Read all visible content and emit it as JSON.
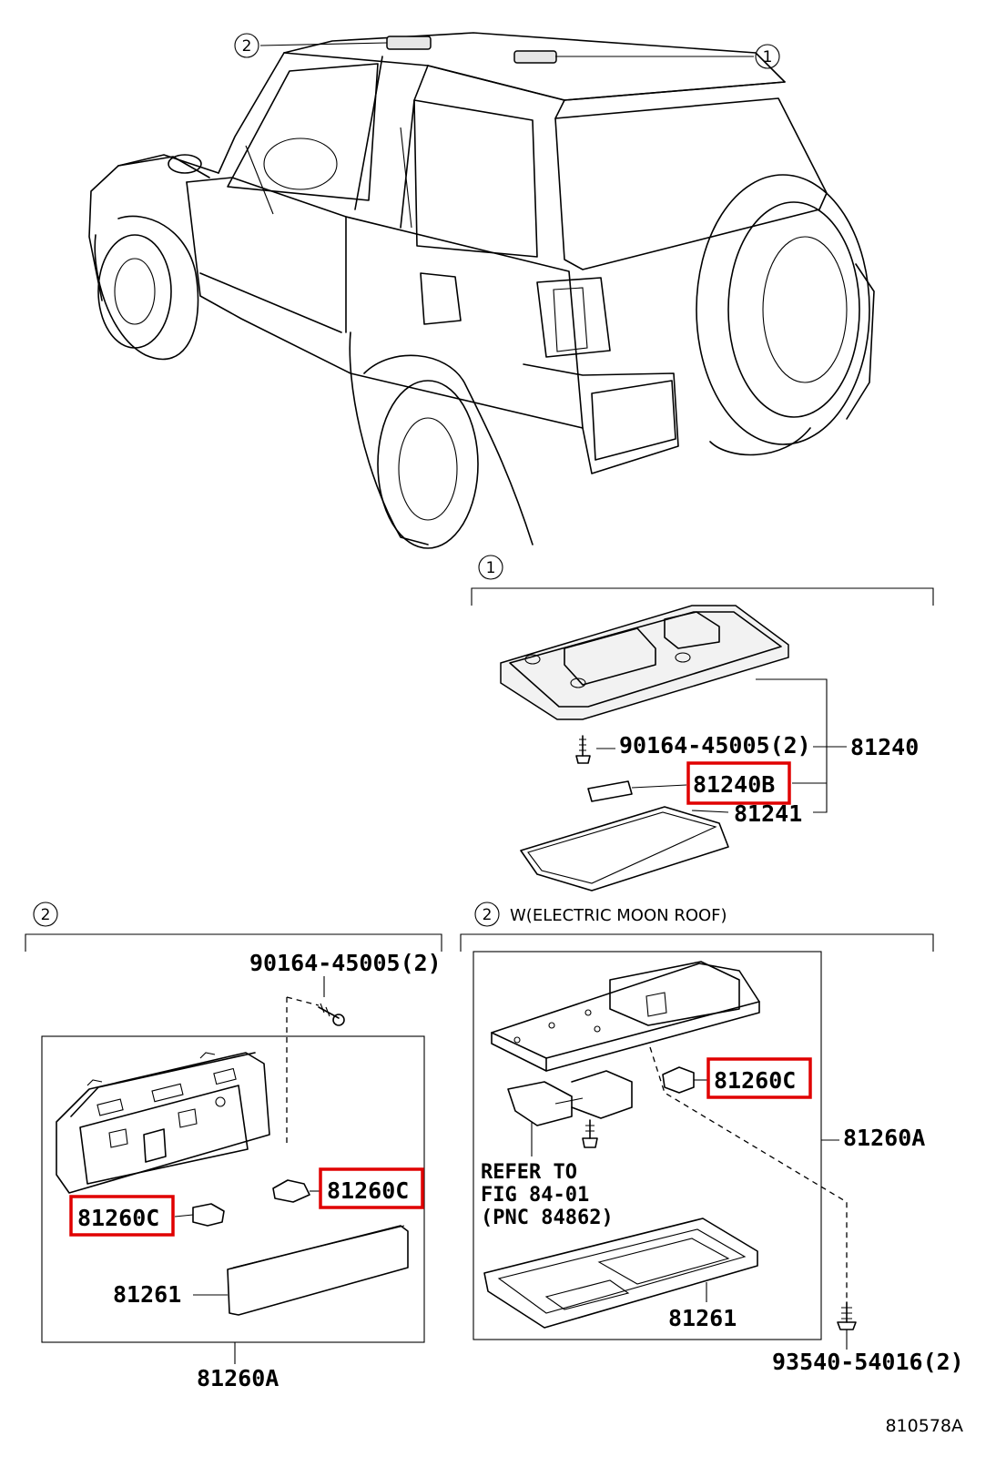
{
  "callouts": {
    "one": "1",
    "two": "2"
  },
  "section_1": {
    "part_numbers": {
      "screw": "90164-45005(2)",
      "assembly": "81240",
      "bulb": "81240B",
      "lens": "81241"
    }
  },
  "section_2_left": {
    "part_numbers": {
      "screw": "90164-45005(2)",
      "bulb_right": "81260C",
      "bulb_left": "81260C",
      "lens": "81261",
      "assembly": "81260A"
    }
  },
  "section_2_right": {
    "condition": "W(ELECTRIC MOON ROOF)",
    "part_numbers": {
      "bulb": "81260C",
      "assembly": "81260A",
      "lens": "81261",
      "screw": "93540-54016(2)"
    },
    "refer_lines": [
      "REFER TO",
      "FIG 84-01",
      "(PNC 84862)"
    ]
  },
  "figure_id": "810578A",
  "colors": {
    "highlight": "#e00000",
    "line": "#000000"
  }
}
